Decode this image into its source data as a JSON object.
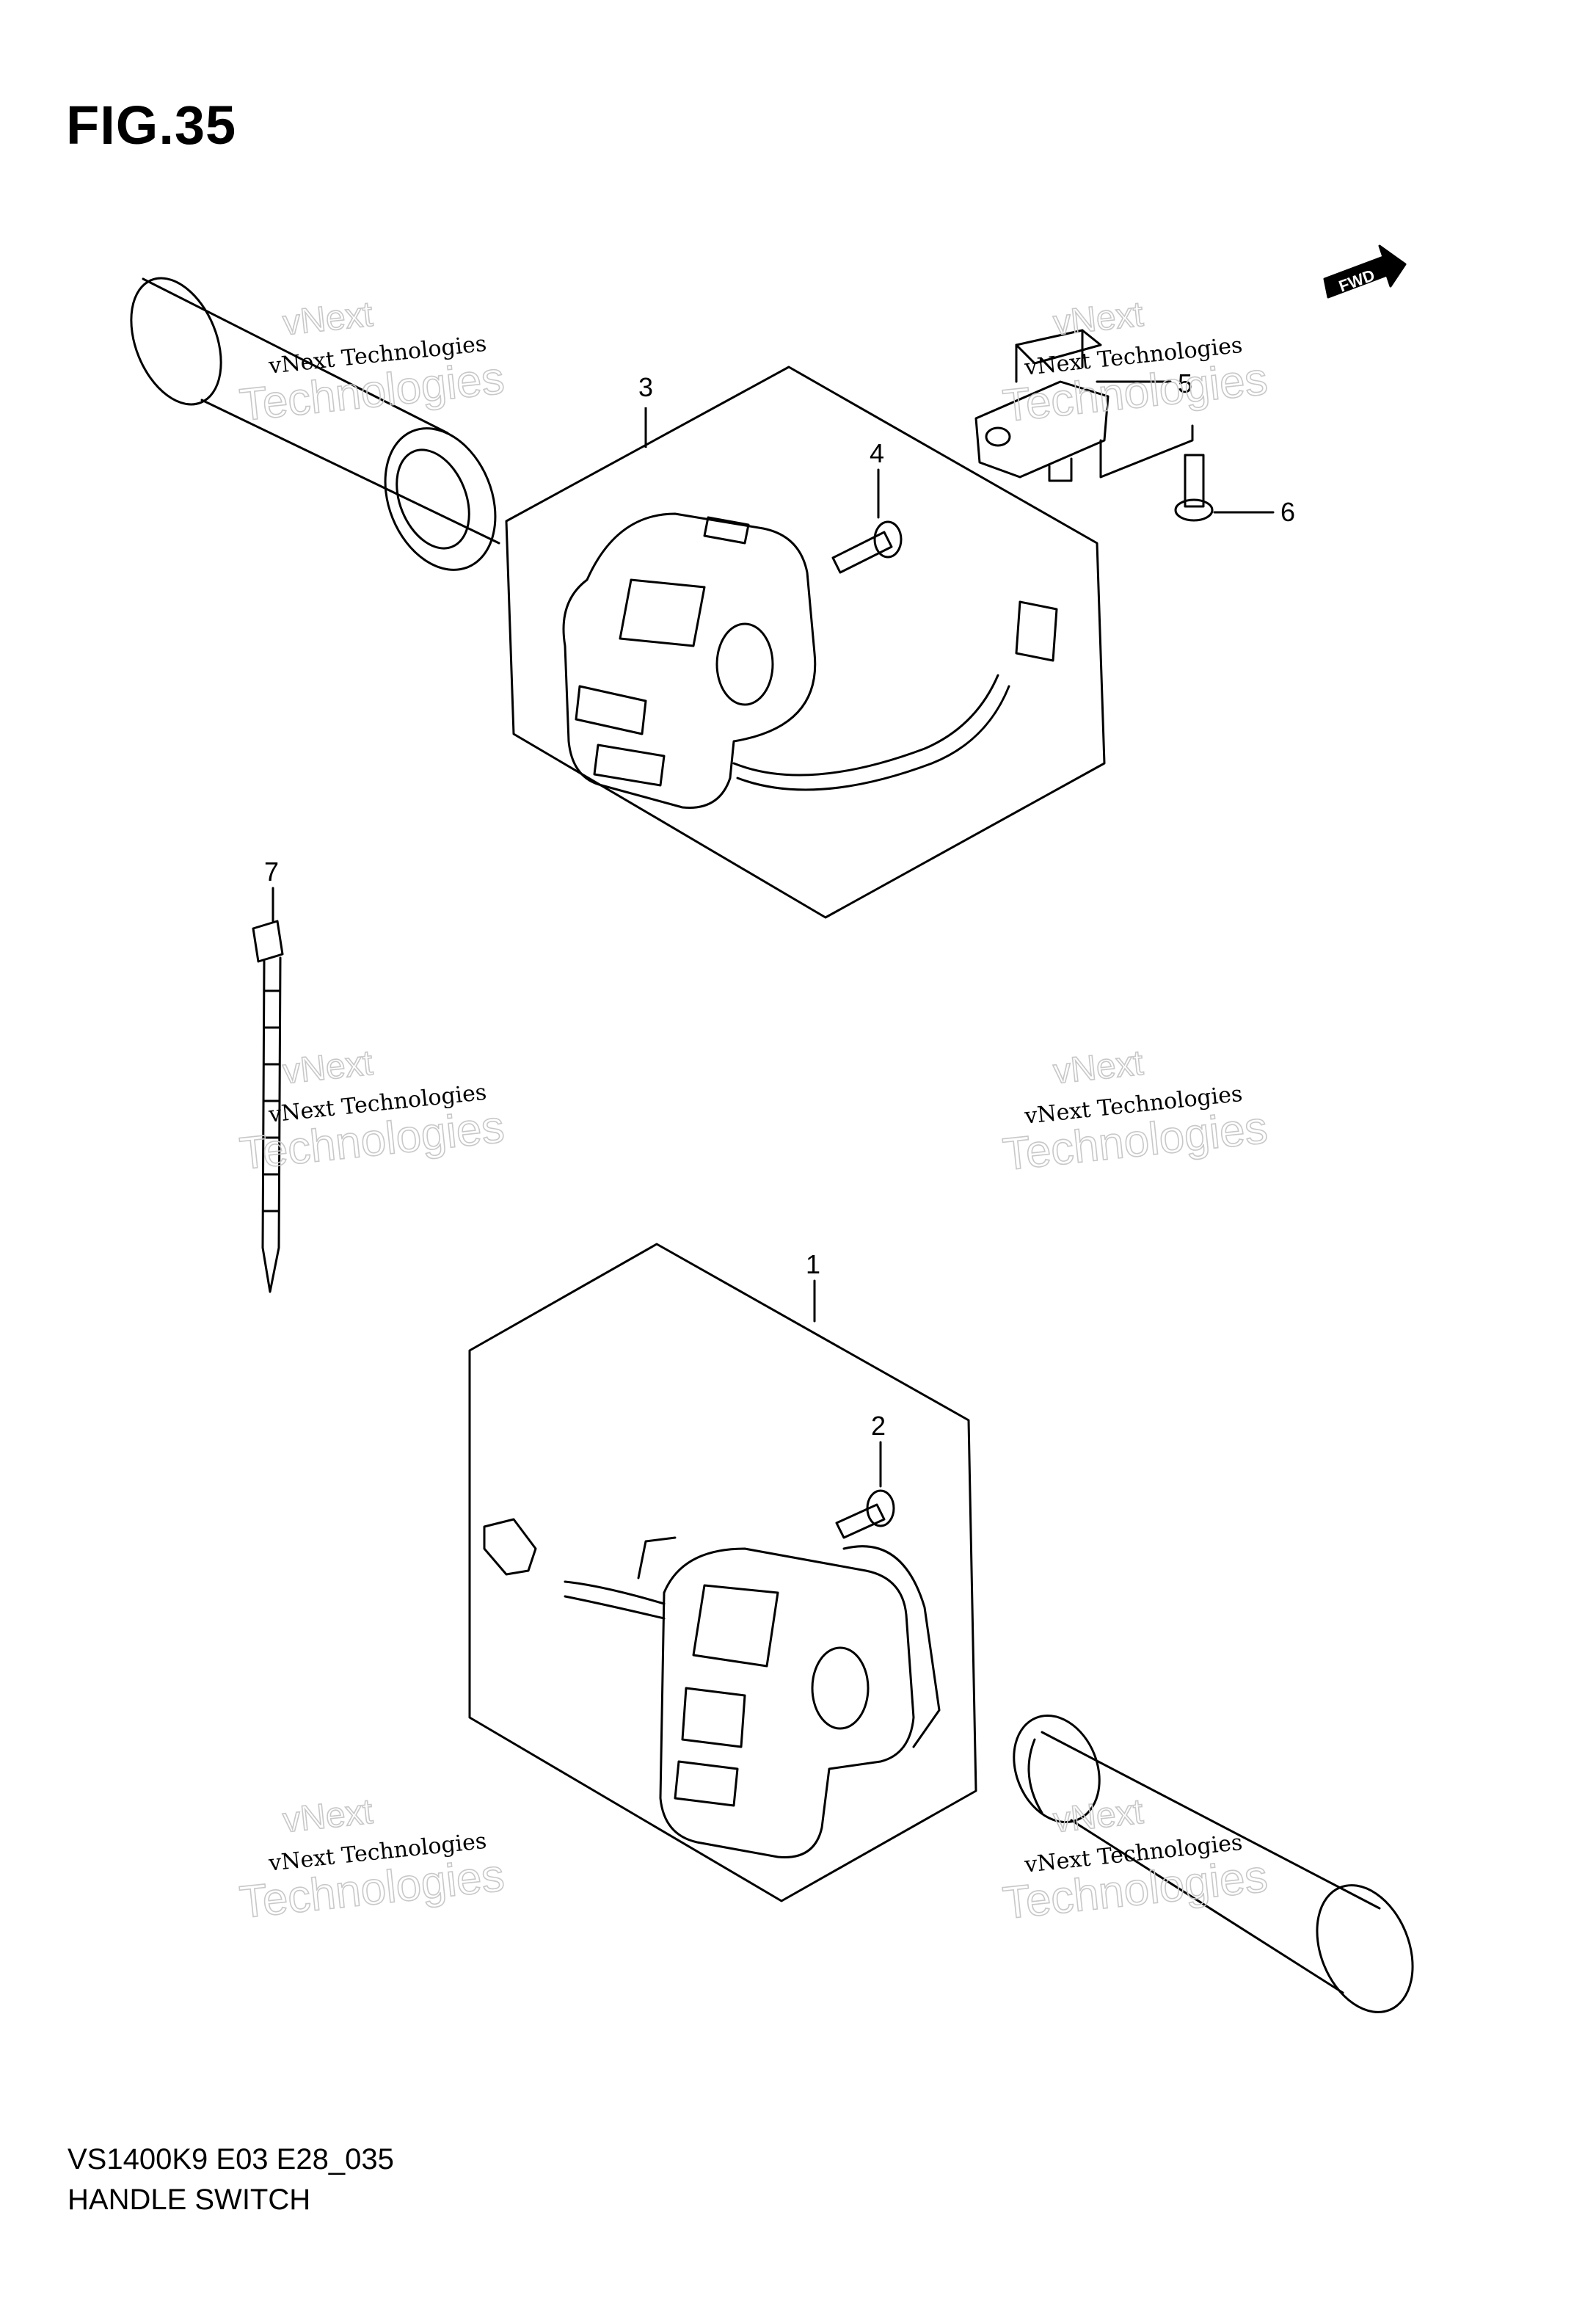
{
  "figure": {
    "title": "FIG.35",
    "model_code": "VS1400K9 E03 E28_035",
    "name": "HANDLE SWITCH",
    "direction_label": "FWD"
  },
  "callouts": [
    {
      "id": "1",
      "label": "1"
    },
    {
      "id": "2",
      "label": "2"
    },
    {
      "id": "3",
      "label": "3"
    },
    {
      "id": "4",
      "label": "4"
    },
    {
      "id": "5",
      "label": "5"
    },
    {
      "id": "6",
      "label": "6"
    },
    {
      "id": "7",
      "label": "7"
    }
  ],
  "watermark": {
    "line1": "vNext Technologies",
    "line2": "Technologies",
    "line3": "vNext"
  }
}
